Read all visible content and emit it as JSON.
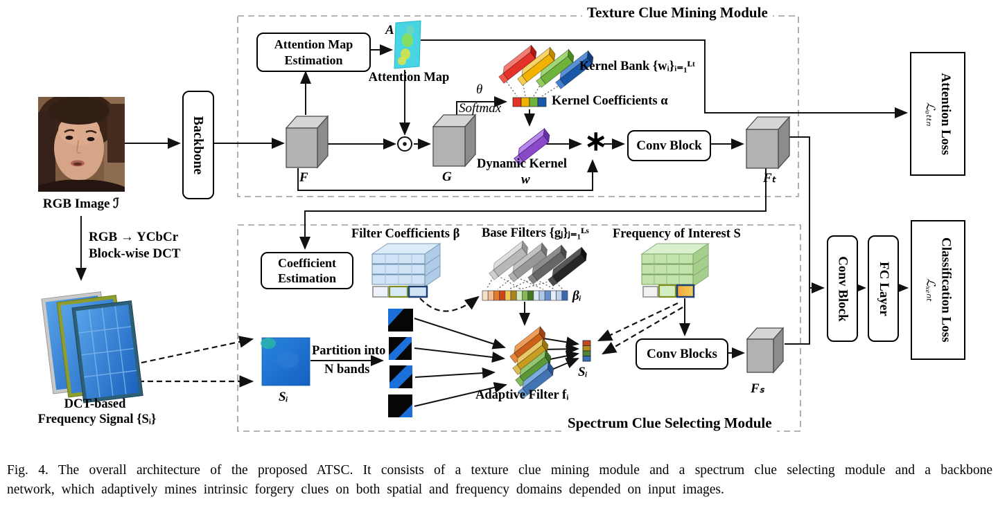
{
  "figure": {
    "caption_line1": "Fig. 4.  The overall architecture of the proposed ATSC. It consists of a texture clue mining module and a spectrum clue selecting module and a backbone",
    "caption_line2": "network, which adaptively mines intrinsic forgery clues on both spatial and frequency domains depended on input images."
  },
  "input_branch": {
    "rgb_image_label": "RGB Image ℐ",
    "backbone_label": "Backbone",
    "rgb_to_ycbcr": "RGB → YCbCr",
    "blockwise_dct": "Block-wise DCT",
    "dct_signal_line1": "DCT-based",
    "dct_signal_line2": "Frequency Signal {Sᵢ}"
  },
  "texture_module": {
    "title": "Texture Clue Mining Module",
    "attention_map_estimation_label": "Attention Map Estimation",
    "attention_map_symbol": "A",
    "attention_map_label": "Attention Map",
    "feature_f_label": "F",
    "feature_g_label": "G",
    "theta_symbol": "θ",
    "softmax_label": "Softmax",
    "kernel_bank_label": "Kernel Bank {wᵢ}ᵢ₌₁ᴸᵗ",
    "kernel_coefficients_label": "Kernel Coefficients α",
    "dynamic_kernel_label": "Dynamic Kernel",
    "dynamic_kernel_symbol": "w",
    "convolution_operator": "∗",
    "conv_block_label": "Conv Block",
    "feature_ft_label": "Fₜ"
  },
  "spectrum_module": {
    "title": "Spectrum Clue Selecting Module",
    "coefficient_estimation_label": "Coefficient Estimation",
    "filter_coefficients_label": "Filter Coefficients β",
    "base_filters_label": "Base Filters {gⱼ}ⱼ₌₁ᴸˢ",
    "frequency_of_interest_label": "Frequency of Interest S",
    "beta_i_label": "βᵢ",
    "s_i_map_label": "Sᵢ",
    "partition_line1": "Partition into",
    "partition_line2": "N bands",
    "adaptive_filter_label": "Adaptive Filter fᵢ",
    "s_i_strip_label": "Sᵢ",
    "conv_blocks_label": "Conv Blocks",
    "feature_fs_label": "Fₛ"
  },
  "output_branch": {
    "conv_block_label": "Conv Block",
    "fc_layer_label": "FC Layer",
    "attention_loss_label": "Attention Loss",
    "attention_loss_symbol": "ℒₐₜₜₙ",
    "classification_loss_label": "Classification Loss",
    "classification_loss_symbol": "ℒₓₑₙₜ"
  },
  "colors": {
    "kernel_bank": [
      "#e53228",
      "#f2b202",
      "#6fb33c",
      "#1a57a8"
    ],
    "dynamic_kernel": "#8a4ac8",
    "base_filters": [
      "#b8b8b8",
      "#989898",
      "#666666",
      "#262626"
    ],
    "adaptive_filter": [
      "#cc6018",
      "#c89c20",
      "#5a9838",
      "#4274b4"
    ],
    "filter_coefficients": "#cfe3f5",
    "frequency_of_interest": "#c3e3ac",
    "attention_map": "#49d4e4",
    "dct_frames": [
      "#c9c9c9",
      "#8f9d2c",
      "#2d6078"
    ],
    "module_border": "#9a9a9a"
  }
}
